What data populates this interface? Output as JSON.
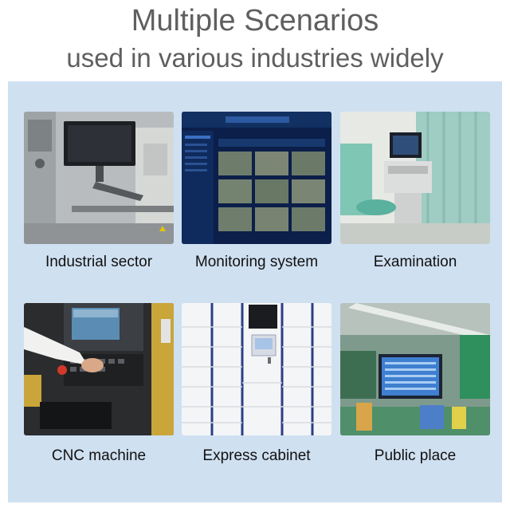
{
  "header": {
    "title_line1": "Multiple Scenarios",
    "title_line2": "used in various industries widely"
  },
  "scenarios": [
    {
      "label": "Industrial sector"
    },
    {
      "label": "Monitoring system"
    },
    {
      "label": "Examination"
    },
    {
      "label": "CNC machine"
    },
    {
      "label": "Express cabinet"
    },
    {
      "label": "Public place"
    }
  ]
}
